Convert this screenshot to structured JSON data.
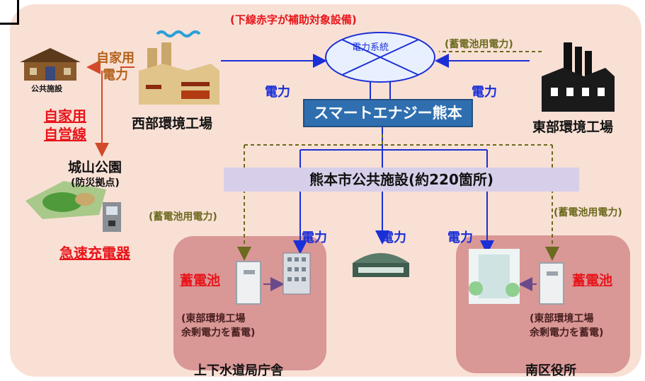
{
  "header_note": "(下線赤字が補助対象設備)",
  "grid": {
    "label": "電力系統"
  },
  "west_plant": {
    "name": "西部環境工場"
  },
  "east_plant": {
    "name": "東部環境工場"
  },
  "smart_energy": {
    "label": "スマートエナジー熊本"
  },
  "public_facilities": {
    "label": "熊本市公共施設(約220箇所)"
  },
  "self_use_power": {
    "line1": "自家用",
    "line2": "電力"
  },
  "self_line": {
    "line1": "自家用",
    "line2": "自営線"
  },
  "public_facility_icon_label": "公共施設",
  "park": {
    "name": "城山公園",
    "sub": "(防災拠点)"
  },
  "fast_charger": "急速充電器",
  "power_labels": {
    "west": "電力",
    "east": "電力",
    "to_water": "電力",
    "to_center": "電力",
    "to_south": "電力"
  },
  "battery_power": {
    "top_right": "(蓄電池用電力)",
    "left": "(蓄電池用電力)",
    "right": "(蓄電池用電力)"
  },
  "left_panel": {
    "battery": "蓄電池",
    "note_line1": "(東部環境工場",
    "note_line2": "余剰電力を蓄電)",
    "name": "上下水道局庁舎"
  },
  "right_panel": {
    "battery": "蓄電池",
    "note_line1": "(東部環境工場",
    "note_line2": "余剰電力を蓄電)",
    "name": "南区役所"
  },
  "colors": {
    "background": "#f9e0d5",
    "accent_red": "#e8141a",
    "power_blue": "#1b2fd6",
    "smart_box": "#2f6fb0",
    "facility_box": "#d7cfea",
    "panel": "#d99796",
    "dashed_olive": "#6b6a1e"
  }
}
